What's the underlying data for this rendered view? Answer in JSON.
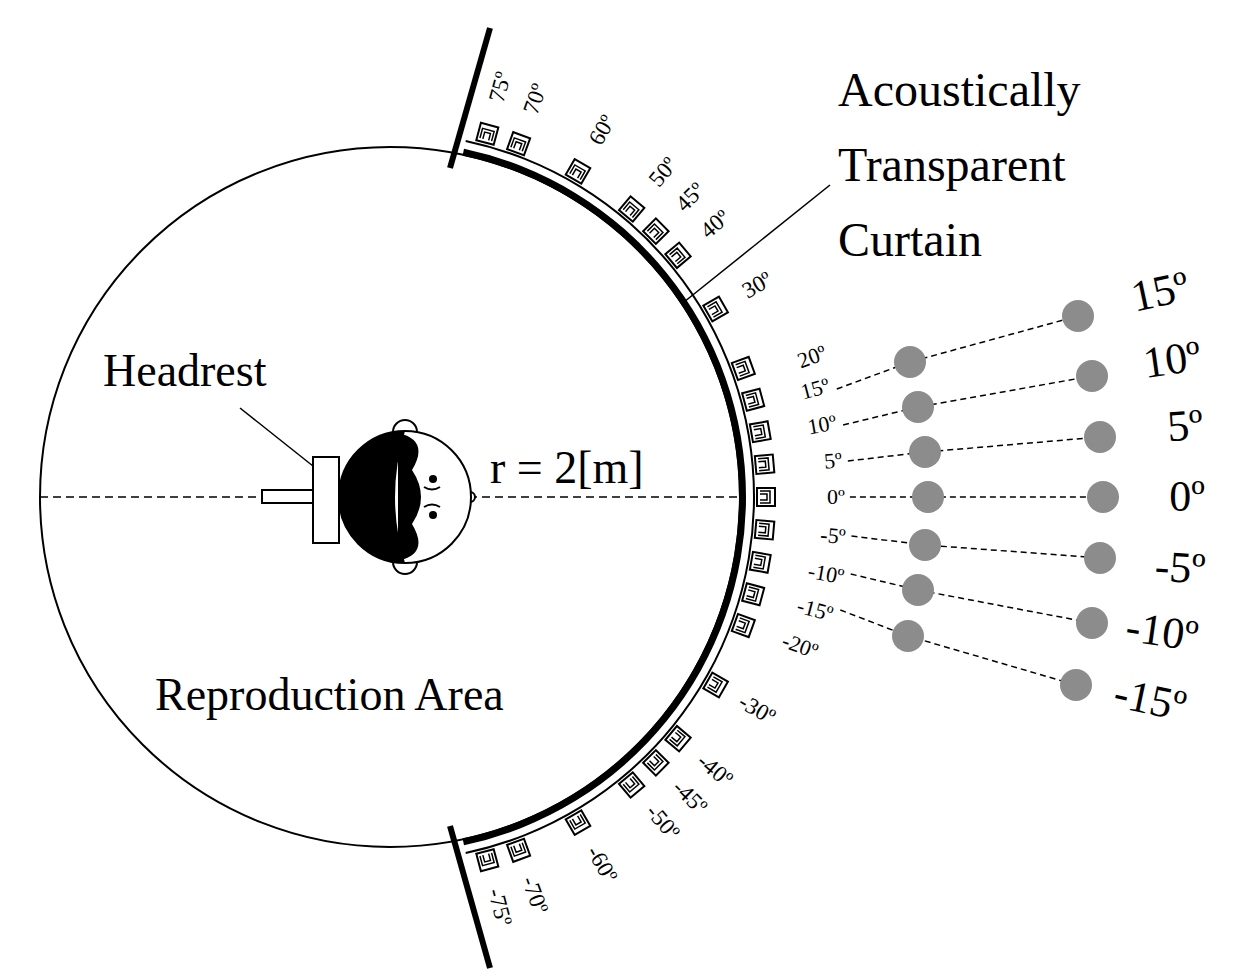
{
  "diagram": {
    "labels": [
      "Acoustically Transparent Curtain",
      "Headrest",
      "r = 2[m]",
      "Reproduction Area",
      "75º",
      "70º",
      "60º",
      "50º",
      "45º",
      "40º",
      "30º",
      "20º",
      "15º",
      "10º",
      "5º",
      "0º",
      "-5º",
      "-10º",
      "-15º",
      "-20º",
      "-30º",
      "-40º",
      "-45º",
      "-50º",
      "-60º",
      "-70º",
      "-75º",
      "15º",
      "10º",
      "5º",
      "0º",
      "-5º",
      "-10º",
      "-15º"
    ]
  }
}
